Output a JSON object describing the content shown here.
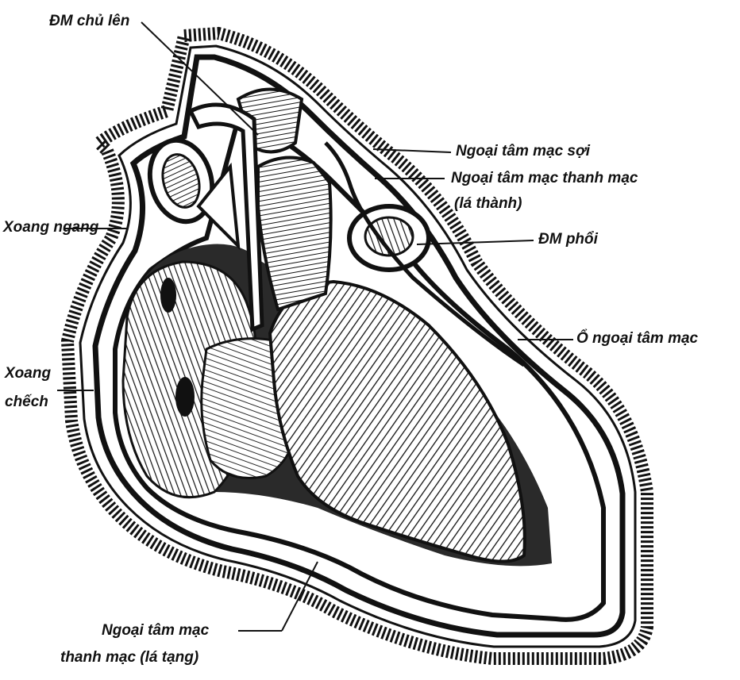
{
  "diagram": {
    "labels": {
      "ascending_aorta": "ĐM chủ lên",
      "fibrous_pericardium": "Ngoại tâm mạc sợi",
      "serous_parietal_line1": "Ngoại tâm mạc thanh mạc",
      "serous_parietal_line2": "(lá thành)",
      "pulmonary_artery": "ĐM phổi",
      "transverse_sinus": "Xoang ngang",
      "pericardial_cavity": "Ổ ngoại tâm mạc",
      "oblique_sinus_line1": "Xoang",
      "oblique_sinus_line2": "chếch",
      "serous_visceral_line1": "Ngoại tâm mạc",
      "serous_visceral_line2": "thanh mạc (lá tạng)"
    },
    "colors": {
      "ink": "#111111",
      "paper": "#ffffff",
      "shade": "#2a2a2a"
    }
  }
}
